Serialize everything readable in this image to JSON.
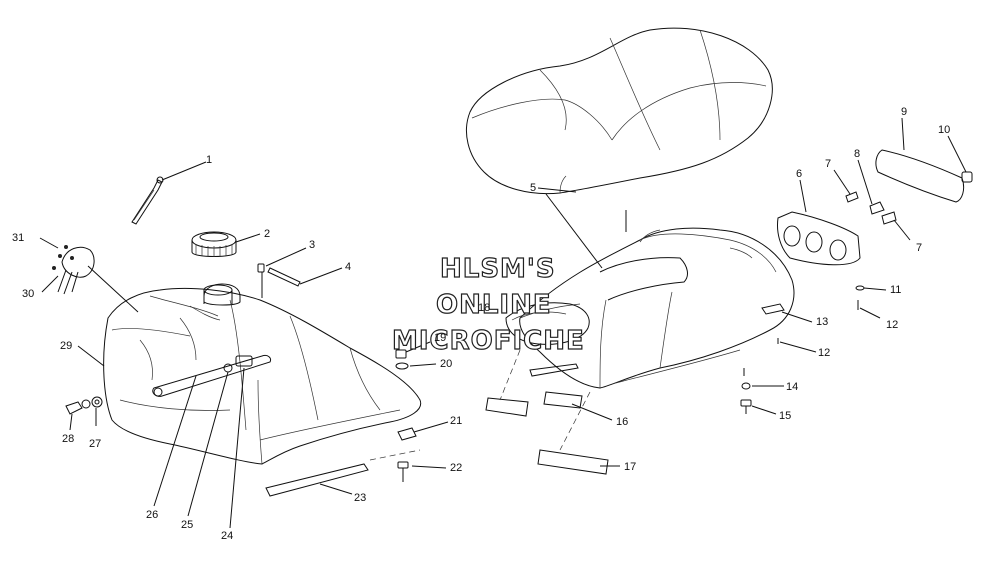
{
  "watermark": {
    "line1": "HLSM'S",
    "line2": "ONLINE",
    "line3": "MICROFICHE"
  },
  "callouts": [
    {
      "id": "1",
      "label": "1"
    },
    {
      "id": "2",
      "label": "2"
    },
    {
      "id": "3",
      "label": "3"
    },
    {
      "id": "4",
      "label": "4"
    },
    {
      "id": "5",
      "label": "5"
    },
    {
      "id": "6",
      "label": "6"
    },
    {
      "id": "7a",
      "label": "7"
    },
    {
      "id": "7b",
      "label": "7"
    },
    {
      "id": "8",
      "label": "8"
    },
    {
      "id": "9",
      "label": "9"
    },
    {
      "id": "10",
      "label": "10"
    },
    {
      "id": "11",
      "label": "11"
    },
    {
      "id": "12a",
      "label": "12"
    },
    {
      "id": "12b",
      "label": "12"
    },
    {
      "id": "13",
      "label": "13"
    },
    {
      "id": "14",
      "label": "14"
    },
    {
      "id": "15",
      "label": "15"
    },
    {
      "id": "16",
      "label": "16"
    },
    {
      "id": "17",
      "label": "17"
    },
    {
      "id": "18",
      "label": "18"
    },
    {
      "id": "19",
      "label": "19"
    },
    {
      "id": "20",
      "label": "20"
    },
    {
      "id": "21",
      "label": "21"
    },
    {
      "id": "22",
      "label": "22"
    },
    {
      "id": "23",
      "label": "23"
    },
    {
      "id": "24",
      "label": "24"
    },
    {
      "id": "25",
      "label": "25"
    },
    {
      "id": "26",
      "label": "26"
    },
    {
      "id": "27",
      "label": "27"
    },
    {
      "id": "28",
      "label": "28"
    },
    {
      "id": "29",
      "label": "29"
    },
    {
      "id": "30",
      "label": "30"
    },
    {
      "id": "31",
      "label": "31"
    }
  ]
}
